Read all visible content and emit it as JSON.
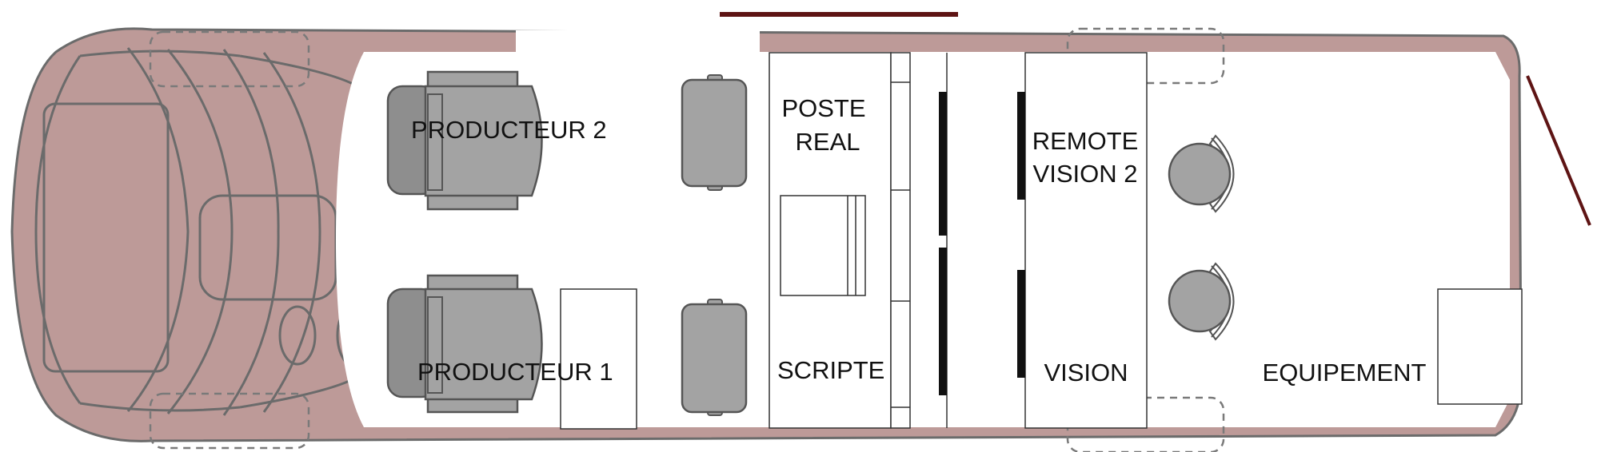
{
  "colors": {
    "body": "#bd9a98",
    "outline": "#6b6b6b",
    "floor": "#ffffff",
    "seat": "#a3a3a3",
    "seat_dark": "#8e8e8e",
    "wheel_dash": "#7a7a7a",
    "door_line": "#5e1414",
    "desk": "#ffffff",
    "monitor": "#111111"
  },
  "labels": {
    "producer_2": "PRODUCTEUR 2",
    "producer_1": "PRODUCTEUR 1",
    "poste_real_line1": "POSTE",
    "poste_real_line2": "REAL",
    "scripte": "SCRIPTE",
    "remote_vision_line1": "REMOTE",
    "remote_vision_line2": "VISION 2",
    "vision": "VISION",
    "equipement": "EQUIPEMENT"
  }
}
